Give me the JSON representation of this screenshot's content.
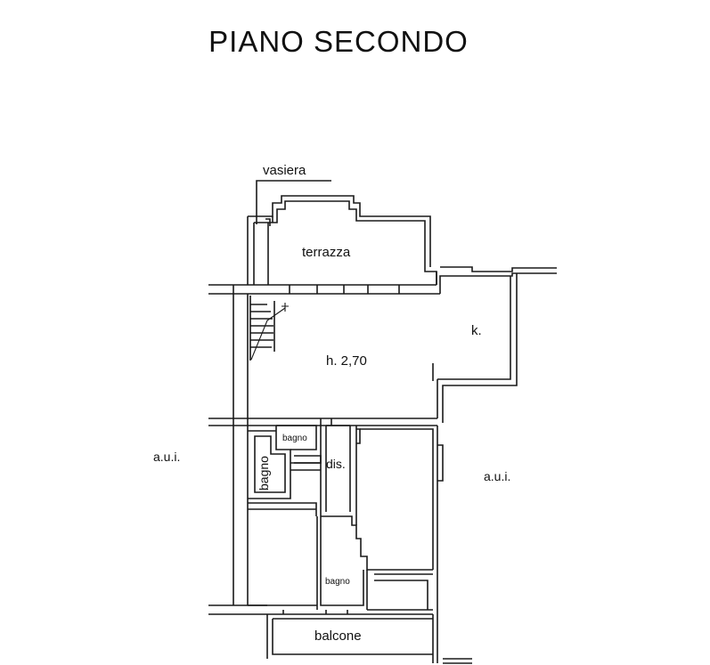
{
  "title": "PIANO SECONDO",
  "rooms": {
    "vasiera": "vasiera",
    "terrazza": "terrazza",
    "kitchen": "k.",
    "height": "h. 2,70",
    "aui_left": "a.u.i.",
    "aui_right": "a.u.i.",
    "bagno_small": "bagno",
    "bagno_vertical": "bagno",
    "dis": "dis.",
    "bagno_bottom": "bagno",
    "balcone": "balcone"
  },
  "colors": {
    "line": "#1a1a1a",
    "background": "#ffffff"
  }
}
